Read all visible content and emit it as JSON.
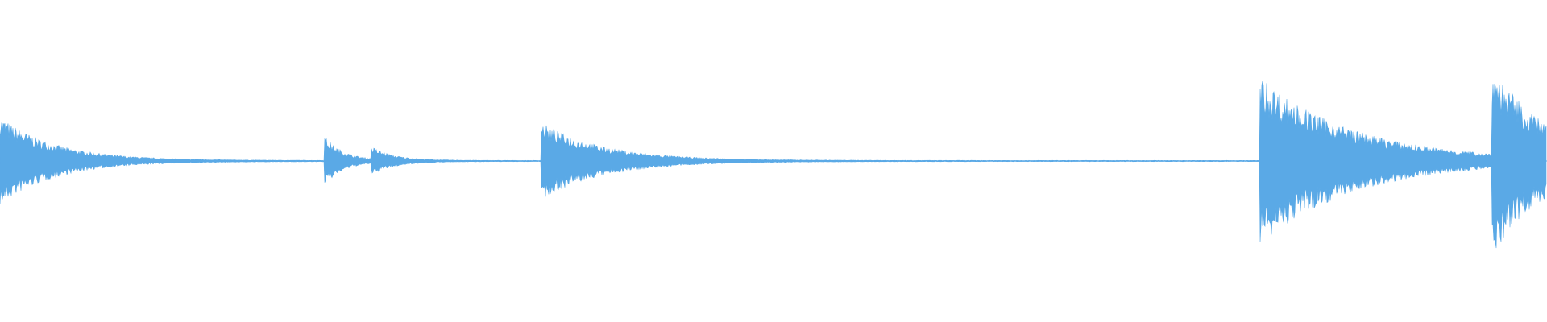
{
  "waveform": {
    "color": "#5aa9e6",
    "events": [
      {
        "time": 0.0,
        "peak": 0.29,
        "decay": 0.035
      },
      {
        "time": 0.21,
        "peak": 0.16,
        "decay": 0.012
      },
      {
        "time": 0.24,
        "peak": 0.08,
        "decay": 0.015
      },
      {
        "time": 0.35,
        "peak": 0.25,
        "decay": 0.04
      },
      {
        "time": 0.815,
        "peak": 0.55,
        "decay": 0.06
      },
      {
        "time": 0.965,
        "peak": 0.58,
        "decay": 0.035
      }
    ],
    "noise_floor": 0.004
  }
}
